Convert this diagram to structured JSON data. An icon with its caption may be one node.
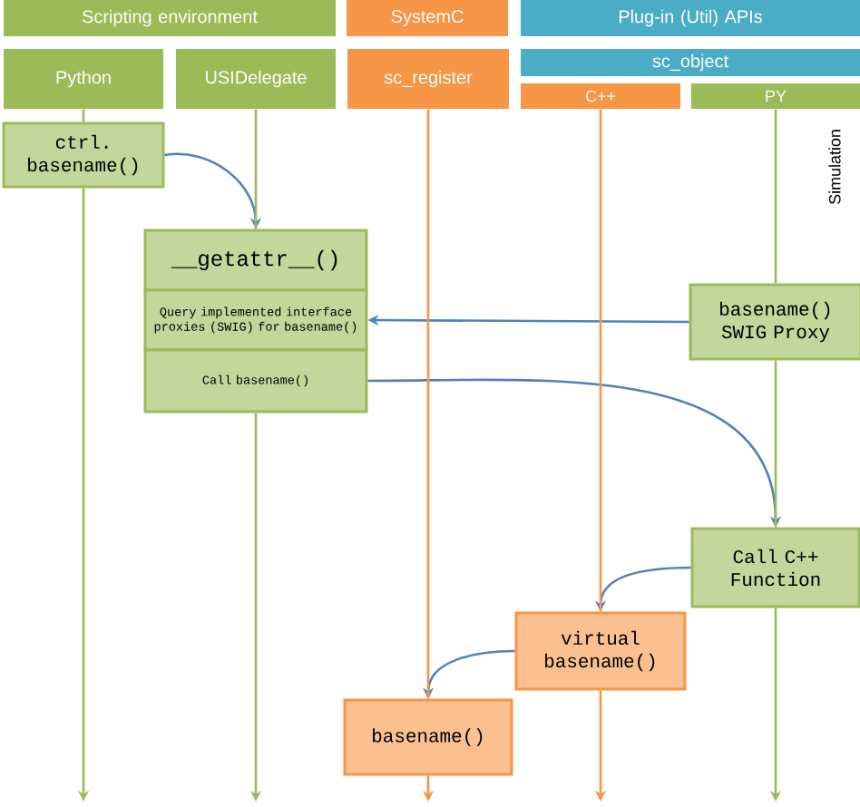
{
  "diagram": {
    "nodes": [
      {
        "text": [
          "Scripting environment"
        ]
      },
      {
        "text": [
          "SystemC"
        ]
      },
      {
        "text": [
          "Plug-in (Util) APIs"
        ]
      },
      {
        "text": [
          "Python"
        ]
      },
      {
        "text": [
          "USIDelegate"
        ]
      },
      {
        "text": [
          "sc_register"
        ]
      },
      {
        "text": [
          "sc_object"
        ]
      },
      {
        "text": [
          "C++"
        ]
      },
      {
        "text": [
          "PY"
        ]
      },
      {
        "text": [
          "ctrl. basename()"
        ]
      },
      {
        "text": [
          "__getattr__()"
        ]
      },
      {
        "text": [
          "Query implemented interface proxies (SWIG) for basename()"
        ]
      },
      {
        "text": [
          "Call basename()"
        ]
      },
      {
        "text": [
          "basename() SWIG Proxy"
        ]
      },
      {
        "text": [
          "Call C++ Function"
        ]
      },
      {
        "text": [
          "virtual basename()"
        ]
      },
      {
        "text": [
          "basename()"
        ]
      }
    ],
    "edges": [
      {
        "from": 9,
        "to": 10,
        "arrow": "to",
        "color": "#4f81bd"
      },
      {
        "from": 13,
        "to": 11,
        "arrow": "to",
        "color": "#4f81bd"
      },
      {
        "from": 12,
        "to": 14,
        "arrow": "to",
        "color": "#4f81bd"
      },
      {
        "from": 14,
        "to": 15,
        "arrow": "to",
        "color": "#4f81bd"
      },
      {
        "from": 15,
        "to": 16,
        "arrow": "to",
        "color": "#4f81bd"
      },
      {
        "from": 3,
        "to": 9,
        "arrow": "none",
        "color": "#9bbb59"
      },
      {
        "from": 9,
        "to": null,
        "arrow": "to",
        "color": "#9bbb59"
      },
      {
        "from": 4,
        "to": 10,
        "arrow": "none",
        "color": "#9bbb59"
      },
      {
        "from": 12,
        "to": null,
        "arrow": "to",
        "color": "#9bbb59"
      },
      {
        "from": 5,
        "to": 16,
        "arrow": "none",
        "color": "#f79646"
      },
      {
        "from": 16,
        "to": null,
        "arrow": "to",
        "color": "#f79646"
      },
      {
        "from": 7,
        "to": 15,
        "arrow": "none",
        "color": "#f79646"
      },
      {
        "from": 15,
        "to": null,
        "arrow": "to",
        "color": "#f79646"
      },
      {
        "from": 8,
        "to": 13,
        "arrow": "none",
        "color": "#9bbb59"
      },
      {
        "from": 13,
        "to": 14,
        "arrow": "none",
        "color": "#9bbb59"
      },
      {
        "from": 14,
        "to": null,
        "arrow": "to",
        "color": "#9bbb59"
      }
    ],
    "labels": [
      "Simulation"
    ]
  }
}
